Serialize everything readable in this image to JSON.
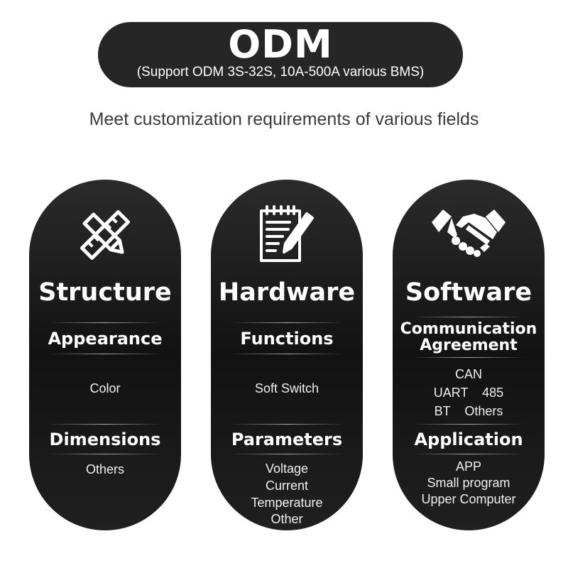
{
  "banner": {
    "title": "ODM",
    "subtitle": "(Support ODM 3S-32S, 10A-500A  various  BMS)"
  },
  "tagline": "Meet customization requirements of various fields",
  "colors": {
    "banner": "#262626",
    "pill": "#1a1a1a",
    "text": "#ffffff",
    "tagline": "#3a3a3a"
  },
  "columns": [
    {
      "icon": "ruler-pencil-icon",
      "title": "Structure",
      "sub1": "Appearance",
      "items1": [
        "Color"
      ],
      "sub2": "Dimensions",
      "items2": [
        "Others"
      ]
    },
    {
      "icon": "notepad-pencil-icon",
      "title": "Hardware",
      "sub1": "Functions",
      "items1": [
        "Soft Switch"
      ],
      "sub2": "Parameters",
      "items2": [
        "Voltage",
        "Current",
        "Temperature",
        "Other"
      ]
    },
    {
      "icon": "handshake-icon",
      "title": "Software",
      "sub1_line1": "Communication",
      "sub1_line2": "Agreement",
      "items1": [
        "CAN",
        "UART    485",
        "BT    Others"
      ],
      "sub2": "Application",
      "items2": [
        "APP",
        "Small program",
        "Upper Computer"
      ]
    }
  ]
}
